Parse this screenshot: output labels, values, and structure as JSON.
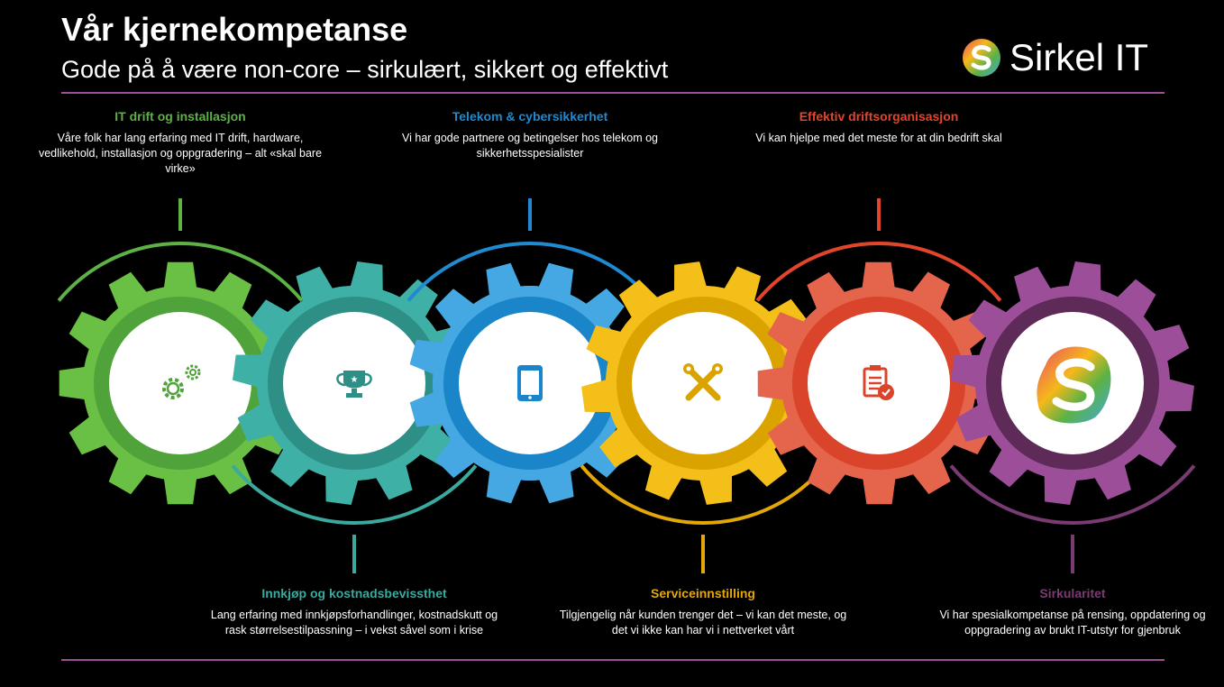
{
  "header": {
    "title": "Vår kjernekompetanse",
    "subtitle": "Gode på å være non-core – sirkulært, sikkert og effektivt",
    "logo_text": "Sirkel IT"
  },
  "items": [
    {
      "title": "IT drift og installasjon",
      "text": "Våre folk har lang erfaring med IT drift, hardware, vedlikehold, installasjon og oppgradering – alt «skal bare virke»",
      "color": "#5cb245",
      "gear": "#6abf45",
      "ring": "#4fa33a",
      "icon": "gears-icon",
      "position": "top"
    },
    {
      "title": "Innkjøp og kostnadsbevissthet",
      "text": "Lang erfaring med innkjøpsforhandlinger, kostnadskutt og rask størrelsestilpassning – i vekst såvel som i krise",
      "color": "#3aa99f",
      "gear": "#3fb0a5",
      "ring": "#2e8f86",
      "icon": "trophy-icon",
      "position": "bottom"
    },
    {
      "title": "Telekom & cybersikkerhet",
      "text": "Vi har gode partnere og betingelser hos telekom og sikkerhetsspesialister",
      "color": "#1f8ad0",
      "gear": "#45a8e2",
      "ring": "#1a85c8",
      "icon": "tablet-icon",
      "position": "top"
    },
    {
      "title": "Serviceinnstilling",
      "text": "Tilgjengelig når kunden trenger det – vi kan det meste, og det vi ikke kan har vi i nettverket vårt",
      "color": "#e3a70a",
      "gear": "#f5bf1a",
      "ring": "#dba300",
      "icon": "tools-icon",
      "position": "bottom"
    },
    {
      "title": "Effektiv driftsorganisasjon",
      "text": "Vi kan hjelpe med det meste for at din bedrift skal",
      "color": "#e2452b",
      "gear": "#e4644c",
      "ring": "#d9442a",
      "icon": "clipboard-check-icon",
      "position": "top"
    },
    {
      "title": "Sirkularitet",
      "text": "Vi har spesialkompetanse på rensing, oppdatering og oppgradering av brukt IT-utstyr for gjenbruk",
      "color": "#7a3a72",
      "gear": "#9c4f98",
      "ring": "#5e2a57",
      "icon": "sirkel-logo-icon",
      "position": "bottom"
    }
  ]
}
